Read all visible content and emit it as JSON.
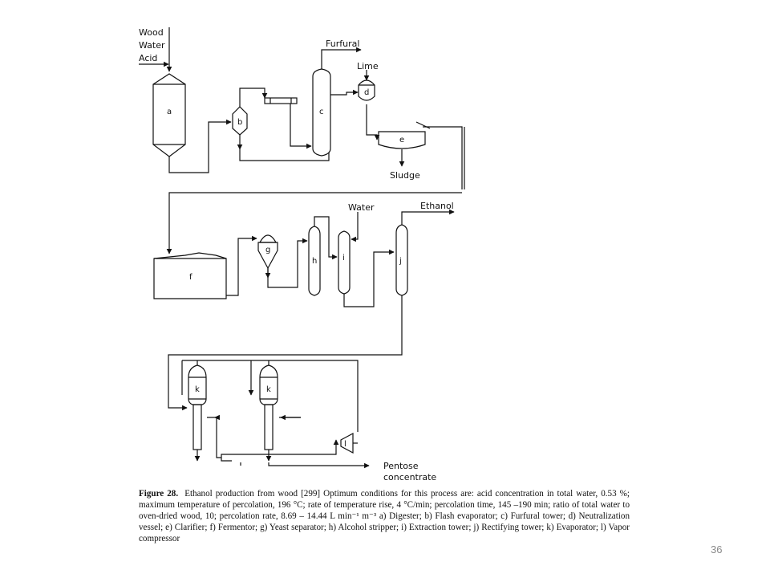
{
  "diagram": {
    "stream_labels": {
      "wood": "Wood",
      "water_top": "Water",
      "acid": "Acid",
      "furfural": "Furfural",
      "lime": "Lime",
      "sludge": "Sludge",
      "water_mid": "Water",
      "ethanol": "Ethanol",
      "pentose_line1": "Pentose",
      "pentose_line2": "concentrate"
    },
    "units": {
      "a": "a",
      "b": "b",
      "c": "c",
      "d": "d",
      "e": "e",
      "f": "f",
      "g": "g",
      "h": "h",
      "i": "i",
      "j": "j",
      "k1": "k",
      "k2": "k",
      "l": "l"
    }
  },
  "caption": {
    "label": "Figure 28.",
    "text": "Ethanol production from wood [299] Optimum conditions for this process are: acid concentration in total water, 0.53 %; maximum temperature of percolation, 196 °C; rate of temperature rise, 4 °C/min; percolation time, 145 –190 min; ratio of total water to oven-dried wood, 10; percolation rate, 8.69 – 14.44 L min⁻¹ m⁻³ a) Digester; b) Flash evaporator; c) Furfural tower; d) Neutralization vessel; e) Clarifier; f) Fermentor; g) Yeast separator; h) Alcohol stripper; i) Extraction tower; j) Rectifying tower; k) Evaporator; l) Vapor compressor"
  },
  "page_number": "36"
}
